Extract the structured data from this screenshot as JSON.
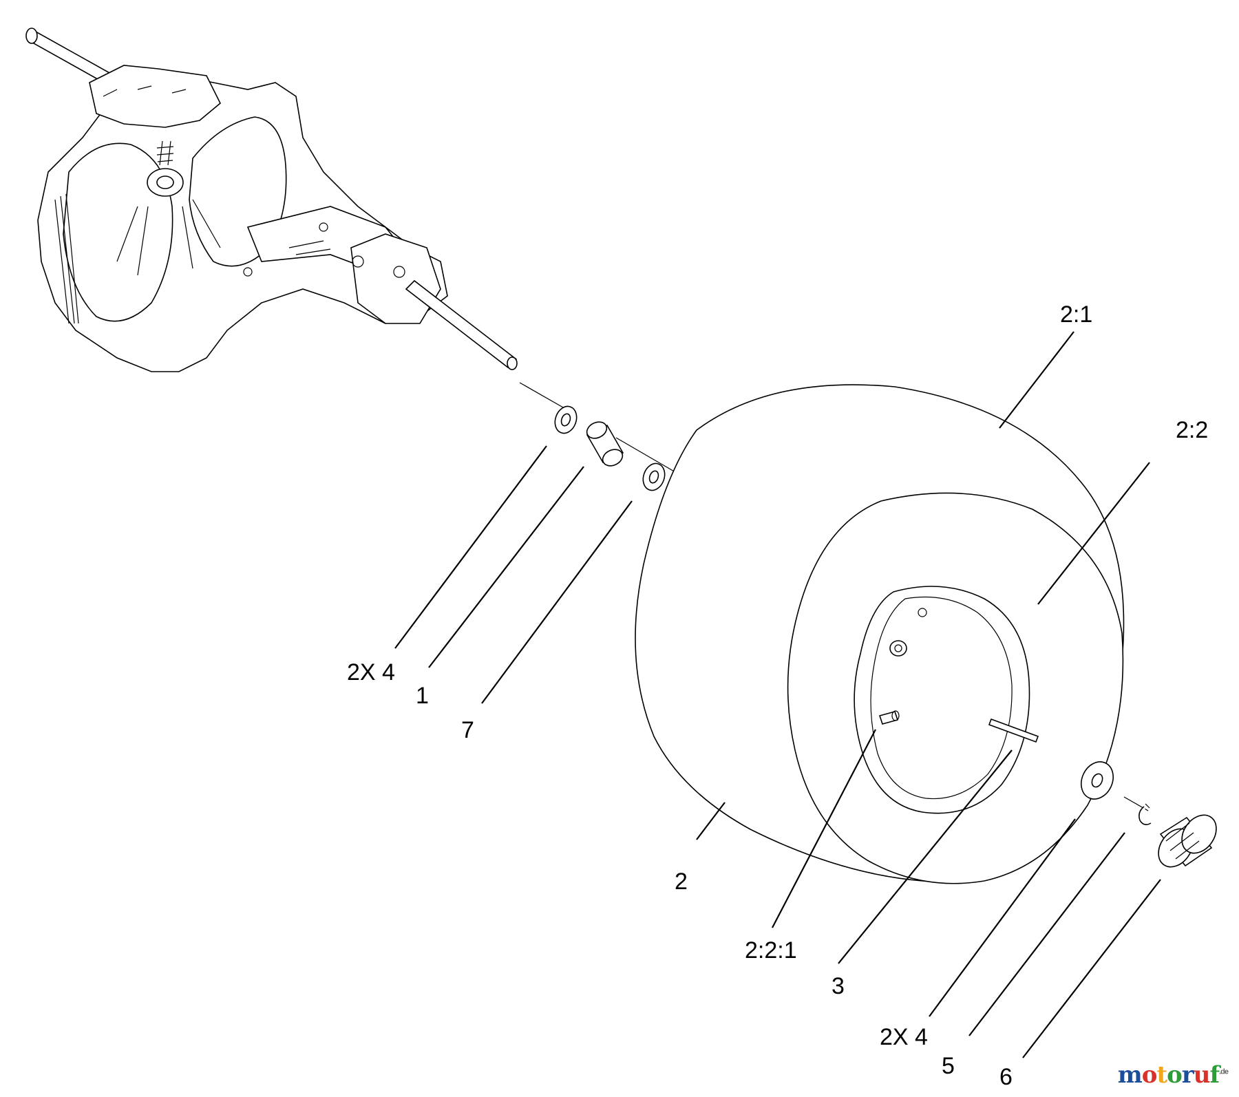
{
  "diagram": {
    "callouts": {
      "c_2_1": "2:1",
      "c_2_2": "2:2",
      "c_2x4_a": "2X 4",
      "c_1": "1",
      "c_7": "7",
      "c_2": "2",
      "c_2_2_1": "2:2:1",
      "c_3": "3",
      "c_2x4_b": "2X 4",
      "c_5": "5",
      "c_6": "6"
    }
  },
  "watermark": {
    "text_main": "motoruf",
    "text_suffix": ".de",
    "colors": [
      "#1b4f9c",
      "#d8322a",
      "#f2a81d",
      "#2f9c3a",
      "#1b4f9c",
      "#d8322a",
      "#2f9c3a"
    ]
  }
}
